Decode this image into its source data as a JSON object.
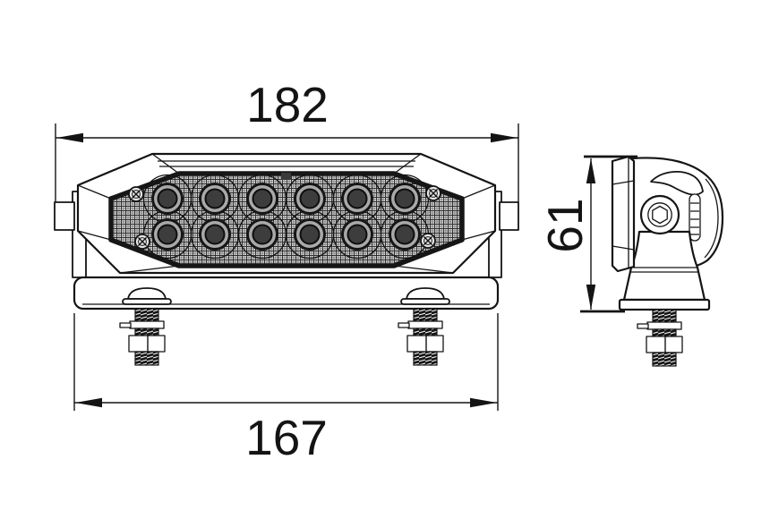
{
  "dimensions": {
    "overall_width": "182",
    "mounting_width": "167",
    "height": "61"
  },
  "colors": {
    "background": "#ffffff",
    "line": "#141414",
    "led_center": "#3d3d3d",
    "led_ring": "#a9a9a9"
  }
}
